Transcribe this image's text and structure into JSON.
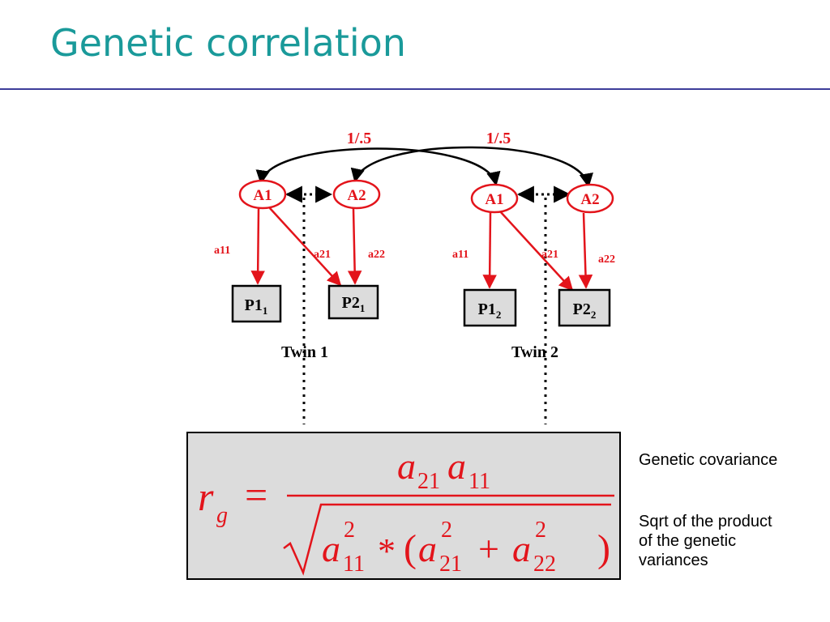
{
  "title": "Genetic correlation",
  "colors": {
    "title": "#1a9a9a",
    "rule": "#3d3d9a",
    "accent": "#e3141b",
    "box_fill": "#dcdcdc"
  },
  "diagram": {
    "correlation_labels": [
      "1/.5",
      "1/.5"
    ],
    "twin1": {
      "label": "Twin 1",
      "latent": [
        "A1",
        "A2"
      ],
      "paths": [
        "a11",
        "a21",
        "a22"
      ],
      "observed": [
        {
          "base": "P1",
          "sub": "1"
        },
        {
          "base": "P2",
          "sub": "1"
        }
      ]
    },
    "twin2": {
      "label": "Twin 2",
      "latent": [
        "A1",
        "A2"
      ],
      "paths": [
        "a11",
        "a21",
        "a22"
      ],
      "observed": [
        {
          "base": "P1",
          "sub": "2"
        },
        {
          "base": "P2",
          "sub": "2"
        }
      ]
    }
  },
  "formula": {
    "lhs": "r",
    "lhs_sub": "g",
    "eq": "=",
    "numerator": [
      {
        "base": "a",
        "sub": "21"
      },
      {
        "base": "a",
        "sub": "11"
      }
    ],
    "denominator": {
      "term1": {
        "base": "a",
        "sup": "2",
        "sub": "11"
      },
      "op": "*",
      "lparen": "(",
      "term2": {
        "base": "a",
        "sup": "2",
        "sub": "21"
      },
      "plus": "+",
      "term3": {
        "base": "a",
        "sup": "2",
        "sub": "22"
      },
      "rparen": ")"
    }
  },
  "notes": {
    "numerator_note": "Genetic covariance",
    "denominator_note": [
      "Sqrt of the product",
      "of the genetic",
      "variances"
    ]
  }
}
